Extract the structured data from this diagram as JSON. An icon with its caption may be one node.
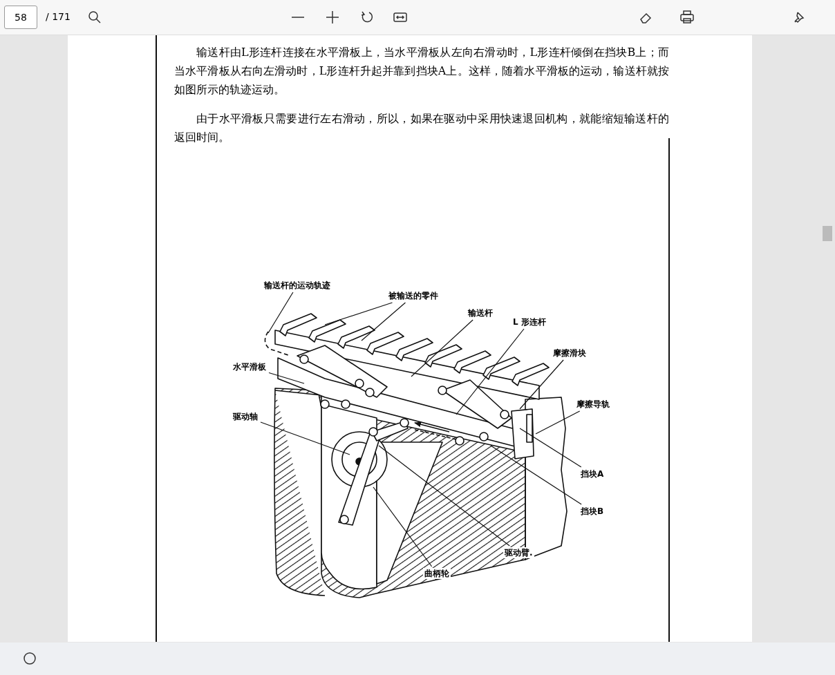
{
  "diagram": {
    "nodes": [
      {
        "text": [
          "输送杆的运动轨迹"
        ]
      },
      {
        "text": [
          "被输送的零件"
        ]
      },
      {
        "text": [
          "输送杆"
        ]
      },
      {
        "text": [
          "L 形连杆"
        ]
      },
      {
        "text": [
          "摩擦滑块"
        ]
      },
      {
        "text": [
          "水平滑板"
        ]
      },
      {
        "text": [
          "摩擦导轨"
        ]
      },
      {
        "text": [
          "驱动轴"
        ]
      },
      {
        "text": [
          "挡块A"
        ]
      },
      {
        "text": [
          "挡块B"
        ]
      },
      {
        "text": [
          "驱动臂."
        ]
      },
      {
        "text": [
          "曲柄轮"
        ]
      }
    ],
    "edges": [
      {
        "from": 0,
        "to": null,
        "arrow": "none"
      },
      {
        "from": 1,
        "to": null,
        "arrow": "none"
      },
      {
        "from": 1,
        "to": null,
        "arrow": "none"
      },
      {
        "from": 2,
        "to": null,
        "arrow": "none"
      },
      {
        "from": 3,
        "to": null,
        "arrow": "none"
      },
      {
        "from": 4,
        "to": null,
        "arrow": "none"
      },
      {
        "from": 5,
        "to": null,
        "arrow": "none"
      },
      {
        "from": 6,
        "to": null,
        "arrow": "none"
      },
      {
        "from": 7,
        "to": null,
        "arrow": "none"
      },
      {
        "from": 8,
        "to": null,
        "arrow": "none"
      },
      {
        "from": 9,
        "to": null,
        "arrow": "none"
      },
      {
        "from": 10,
        "to": null,
        "arrow": "none"
      },
      {
        "from": 11,
        "to": null,
        "arrow": "none"
      }
    ],
    "labels": [
      "58",
      "/ 171",
      "输送杆由L形连杆连接在水平滑板上，当水平滑板从左向右滑动时，L形连杆倾倒在挡块B上；而当水平滑板从右向左滑动时，L形连杆升起并靠到挡块A上。这样，随着水平滑板的运动，输送杆就按如图所示的轨迹运动。",
      "由于水平滑板只需要进行左右滑动，所以，如果在驱动中采用快速退回机构，就能缩短输送杆的返回时间。"
    ]
  }
}
